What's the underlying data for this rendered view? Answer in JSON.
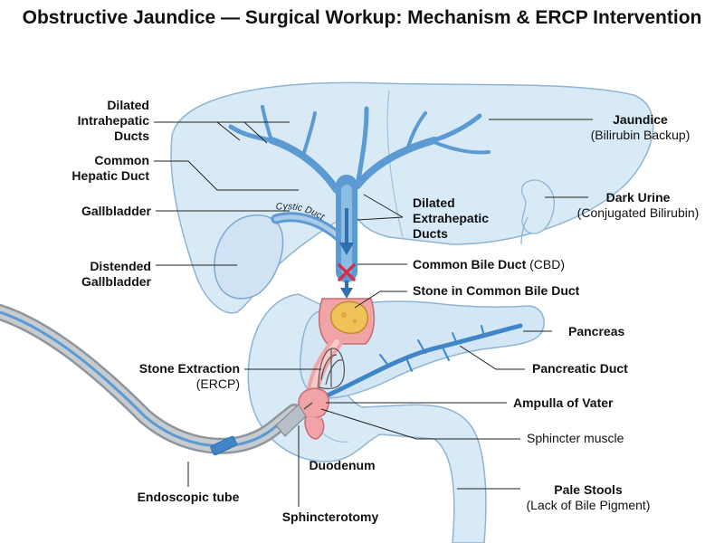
{
  "title": "Obstructive Jaundice — Surgical Workup: Mechanism & ERCP Intervention",
  "labels": {
    "dilated_intrahepatic": [
      "Dilated",
      "Intrahepatic",
      "Ducts"
    ],
    "common_hepatic": [
      "Common",
      "Hepatic Duct"
    ],
    "gallbladder": "Gallbladder",
    "distended_gallbladder": [
      "Distended",
      "Gallbladder"
    ],
    "stone_extraction": "Stone Extraction",
    "stone_extraction_sub": "(ERCP)",
    "endoscopic_tube": "Endoscopic tube",
    "sphincterotomy": "Sphincterotomy",
    "duodenum": "Duodenum",
    "cystic_duct": "Cystic Duct",
    "jaundice": "Jaundice",
    "jaundice_sub": "(Bilirubin Backup)",
    "dark_urine": "Dark Urine",
    "dark_urine_sub": "(Conjugated Bilirubin)",
    "dilated_extrahepatic": [
      "Dilated",
      "Extrahepatic",
      "Ducts"
    ],
    "cbd": "Common Bile Duct",
    "cbd_abbr": "(CBD)",
    "stone_cbd": "Stone in Common Bile Duct",
    "pancreas": "Pancreas",
    "pancreatic_duct": "Pancreatic Duct",
    "ampulla": "Ampulla of Vater",
    "sphincter": "Sphincter muscle",
    "pale_stools": "Pale Stools",
    "pale_stools_sub": "(Lack of Bile Pigment)"
  },
  "colors": {
    "organ_fill": "#d9eaf7",
    "organ_stroke": "#8fb4d3",
    "duct": "#5b9ad3",
    "duct_dark": "#2f6fad",
    "stone": "#f0c25a",
    "sphincter": "#f2a3a8",
    "block_x": "#d0304a",
    "tube": "#a9b0b8"
  }
}
